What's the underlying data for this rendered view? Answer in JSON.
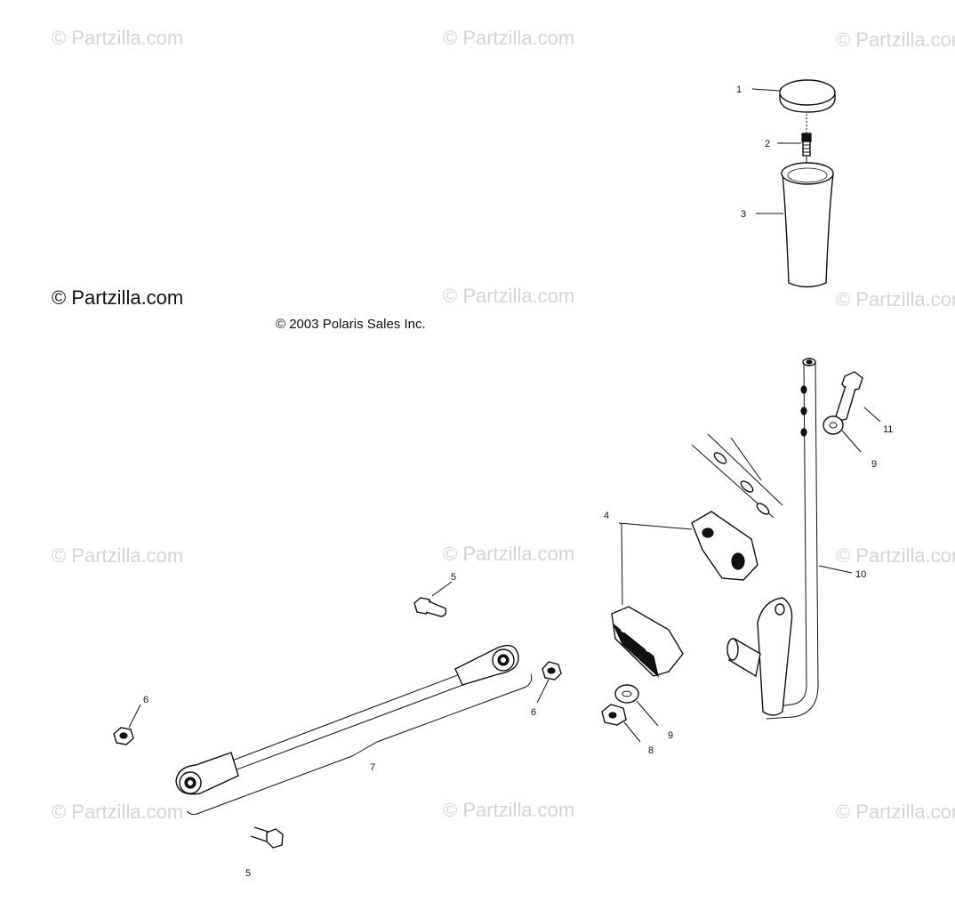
{
  "watermarks": {
    "text": "© Partzilla.com",
    "main_text": "© Partzilla.com"
  },
  "copyright": "© 2003 Polaris Sales Inc.",
  "callouts": {
    "c1": "1",
    "c2": "2",
    "c3": "3",
    "c4": "4",
    "c5a": "5",
    "c5b": "5",
    "c6a": "6",
    "c6b": "6",
    "c7": "7",
    "c8": "8",
    "c9a": "9",
    "c9b": "9",
    "c10": "10",
    "c11": "11"
  }
}
